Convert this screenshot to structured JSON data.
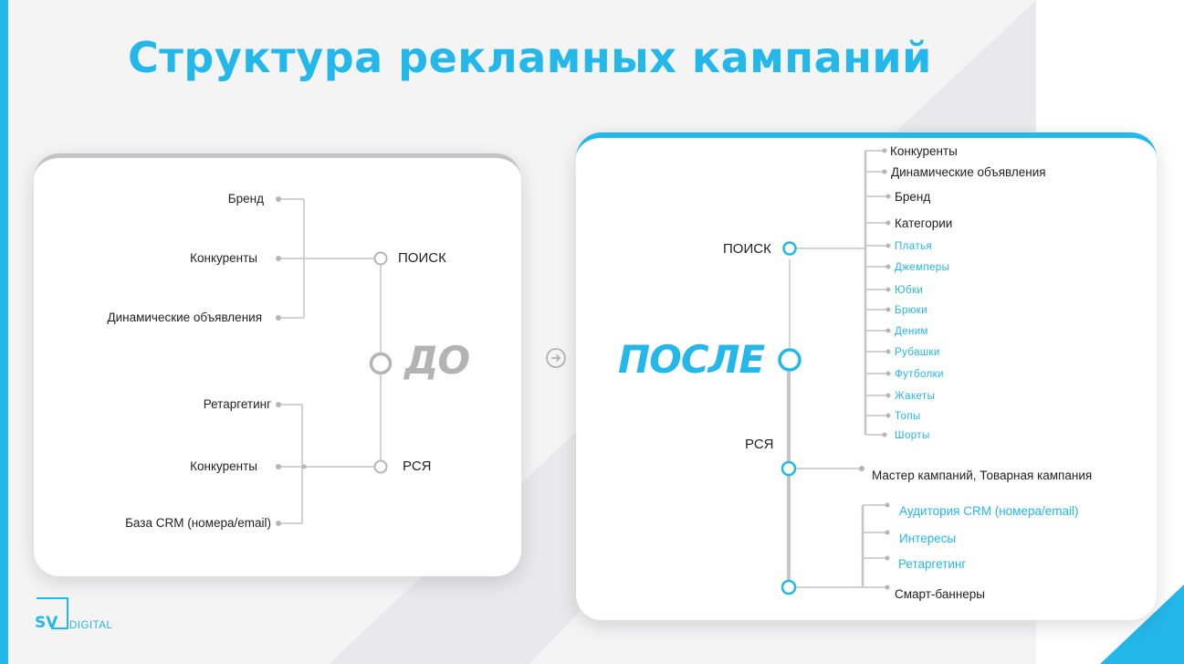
{
  "title": "Структура рекламных кампаний",
  "colors": {
    "accent": "#24b7ea",
    "line": "#c4c4c4",
    "dark": "#222222"
  },
  "before": {
    "stage_label": "ДО",
    "search": {
      "label": "ПОИСК",
      "items": [
        "Бренд",
        "Конкуренты",
        "Динамические объявления"
      ]
    },
    "rsya": {
      "label": "РСЯ",
      "items": [
        "Ретаргетинг",
        "Конкуренты",
        "База CRM (номера/email)"
      ]
    }
  },
  "after": {
    "stage_label": "ПОСЛЕ",
    "search": {
      "label": "ПОИСК",
      "items": [
        "Конкуренты",
        "Динамические объявления",
        "Бренд",
        "Категории"
      ],
      "categories": [
        "Платья",
        "Джемперы",
        "Юбки",
        "Брюки",
        "Деним",
        "Рубашки",
        "Футболки",
        "Жакеты",
        "Топы",
        "Шорты"
      ]
    },
    "rsya": {
      "label": "РСЯ",
      "master": "Мастер кампаний, Товарная кампания",
      "audiences": [
        "Аудитория CRM (номера/email)",
        "Интересы",
        "Ретаргетинг"
      ],
      "smart": "Смарт-баннеры"
    }
  },
  "logo": {
    "mark": "SV",
    "text": "DIGITAL"
  }
}
